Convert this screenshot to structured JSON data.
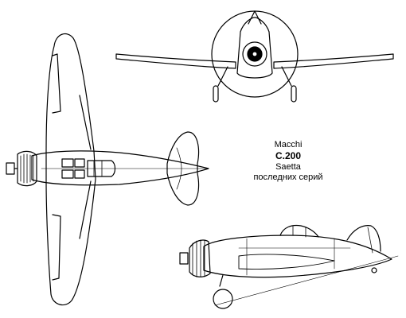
{
  "caption": {
    "maker": "Macchi",
    "model": "C.200",
    "name": "Saetta",
    "series": "последних серий"
  }
}
